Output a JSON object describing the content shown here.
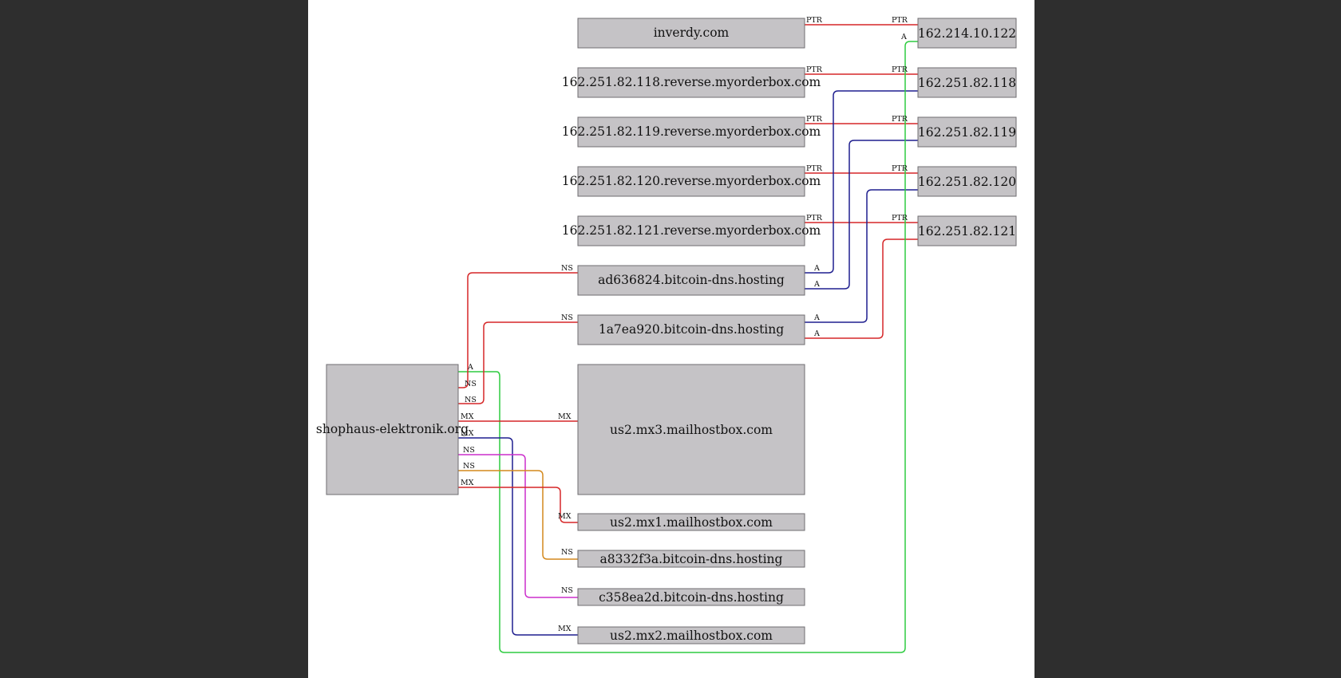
{
  "colors": {
    "page_bg": "#2e2e2e",
    "canvas_bg": "#ffffff",
    "node_fill": "#c5c3c6",
    "node_stroke": "#6f6d70",
    "red": "#d62728",
    "navy": "#1f1f8f",
    "green": "#2ecc40",
    "magenta": "#cc2fcc",
    "orange": "#d4891d"
  },
  "nodes": {
    "shophaus": "shophaus-elektronik.org",
    "inverdy": "inverdy.com",
    "rev118": "162.251.82.118.reverse.myorderbox.com",
    "rev119": "162.251.82.119.reverse.myorderbox.com",
    "rev120": "162.251.82.120.reverse.myorderbox.com",
    "rev121": "162.251.82.121.reverse.myorderbox.com",
    "ad636824": "ad636824.bitcoin-dns.hosting",
    "a1a7ea920": "1a7ea920.bitcoin-dns.hosting",
    "mx3": "us2.mx3.mailhostbox.com",
    "mx1": "us2.mx1.mailhostbox.com",
    "a8332f3a": "a8332f3a.bitcoin-dns.hosting",
    "c358ea2d": "c358ea2d.bitcoin-dns.hosting",
    "mx2": "us2.mx2.mailhostbox.com",
    "ip122": "162.214.10.122",
    "ip118": "162.251.82.118",
    "ip119": "162.251.82.119",
    "ip120": "162.251.82.120",
    "ip121": "162.251.82.121"
  },
  "edge_labels": {
    "ptr": "PTR",
    "a": "A",
    "ns": "NS",
    "mx": "MX"
  }
}
